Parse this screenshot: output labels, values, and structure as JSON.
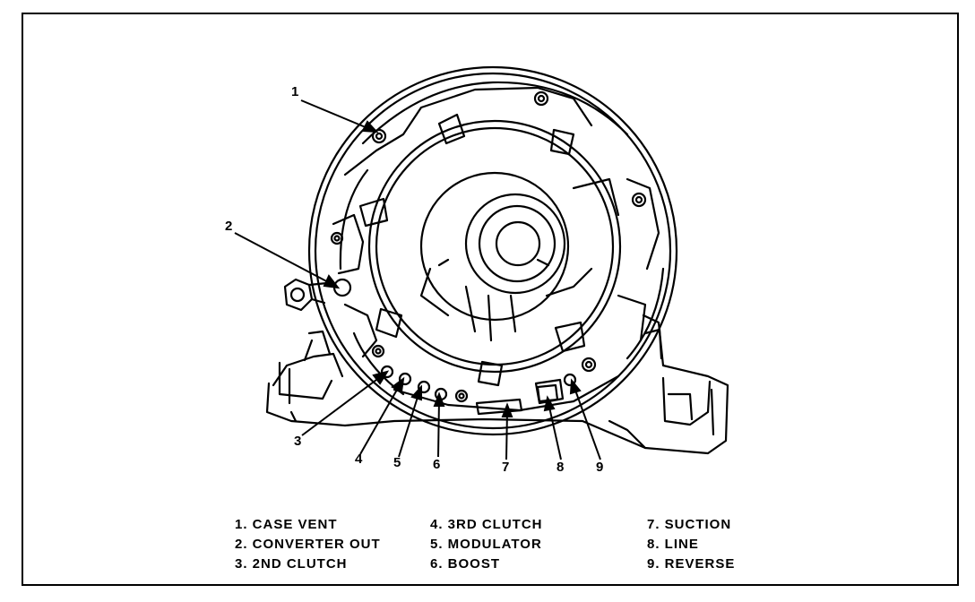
{
  "callouts": [
    "1",
    "2",
    "3",
    "4",
    "5",
    "6",
    "7",
    "8",
    "9"
  ],
  "legend": [
    "1.  CASE VENT",
    "2.  CONVERTER OUT",
    "3.  2ND CLUTCH",
    "4.  3RD CLUTCH",
    "5.  MODULATOR",
    "6.  BOOST",
    "7.  SUCTION",
    "8.  LINE",
    "9.  REVERSE"
  ],
  "colors": {
    "ink": "#000000",
    "paper": "#ffffff"
  }
}
